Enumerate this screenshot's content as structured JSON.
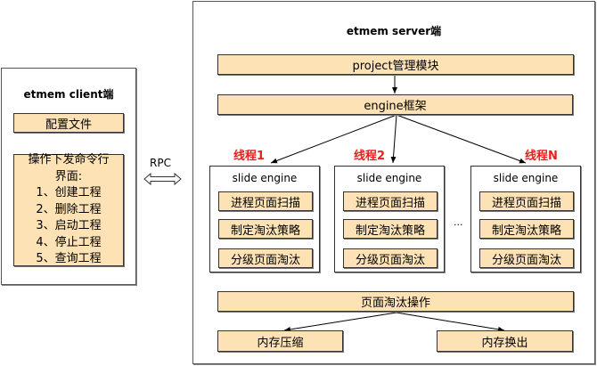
{
  "client": {
    "title": "etmem client端",
    "config_file": "配置文件",
    "command_header_line1": "操作下发命令行",
    "command_header_line2": "界面:",
    "commands": [
      "1、创建工程",
      "2、删除工程",
      "3、启动工程",
      "4、停止工程",
      "5、查询工程"
    ]
  },
  "rpc": {
    "label": "RPC"
  },
  "server": {
    "title": "etmem server端",
    "project_module": "project管理模块",
    "engine_framework": "engine框架",
    "threads": [
      {
        "label": "线程1",
        "engine_title": "slide engine",
        "steps": [
          "进程页面扫描",
          "制定淘汰策略",
          "分级页面淘汰"
        ]
      },
      {
        "label": "线程2",
        "engine_title": "slide engine",
        "steps": [
          "进程页面扫描",
          "制定淘汰策略",
          "分级页面淘汰"
        ]
      },
      {
        "label": "线程N",
        "engine_title": "slide engine",
        "steps": [
          "进程页面扫描",
          "制定淘汰策略",
          "分级页面淘汰"
        ]
      }
    ],
    "ellipsis": "...",
    "page_eviction": "页面淘汰操作",
    "memory_compress": "内存压缩",
    "memory_swap_out": "内存换出"
  },
  "colors": {
    "box_fill": "#fde2b6",
    "thread_label": "#e8201c"
  }
}
